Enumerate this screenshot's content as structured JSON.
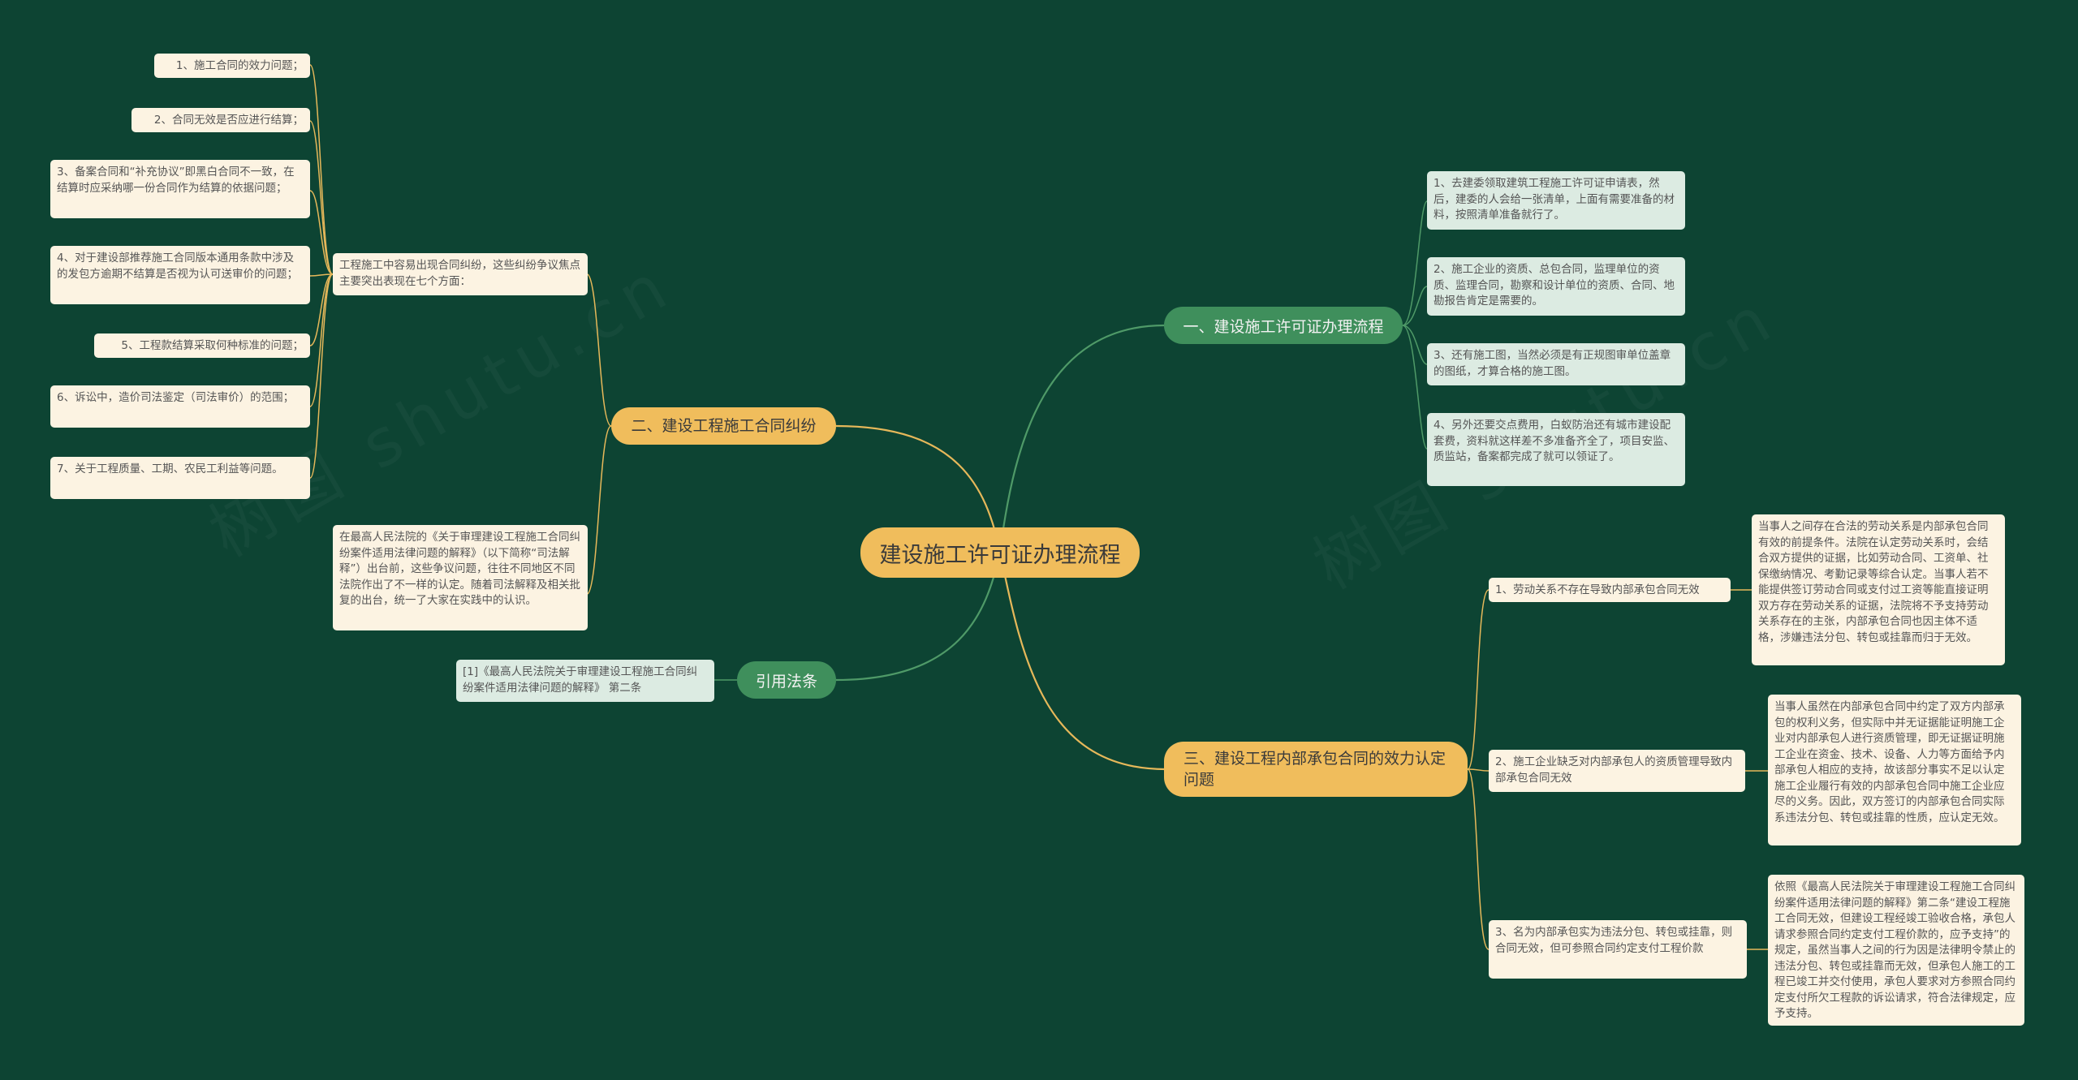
{
  "central": "建设施工许可证办理流程",
  "branches": {
    "b1": {
      "label": "一、建设施工许可证办理流程",
      "items": [
        "1、去建委领取建筑工程施工许可证申请表，然后，建委的人会给一张清单，上面有需要准备的材料，按照清单准备就行了。",
        "2、施工企业的资质、总包合同，监理单位的资质、监理合同，勘察和设计单位的资质、合同、地勘报告肯定是需要的。",
        "3、还有施工图，当然必须是有正规图审单位盖章的图纸，才算合格的施工图。",
        "4、另外还要交点费用，白蚁防治还有城市建设配套费，资料就这样差不多准备齐全了，项目安监、质监站，备案都完成了就可以领证了。"
      ]
    },
    "b2": {
      "label": "二、建设工程施工合同纠纷",
      "intro": "工程施工中容易出现合同纠纷，这些纠纷争议焦点主要突出表现在七个方面：",
      "items": [
        "1、施工合同的效力问题；",
        "2、合同无效是否应进行结算；",
        "3、备案合同和“补充协议”即黑白合同不一致，在结算时应采纳哪一份合同作为结算的依据问题；",
        "4、对于建设部推荐施工合同版本通用条款中涉及的发包方逾期不结算是否视为认可送审价的问题；",
        "5、工程款结算采取何种标准的问题；",
        "6、诉讼中，造价司法鉴定（司法审价）的范围；",
        "7、关于工程质量、工期、农民工利益等问题。"
      ],
      "note": "在最高人民法院的《关于审理建设工程施工合同纠纷案件适用法律问题的解释》（以下简称“司法解释”）出台前，这些争议问题，往往不同地区不同法院作出了不一样的认定。随着司法解释及相关批复的出台，统一了大家在实践中的认识。"
    },
    "b3": {
      "label": "三、建设工程内部承包合同的效力认定问题",
      "subs": [
        {
          "label": "1、劳动关系不存在导致内部承包合同无效",
          "detail": "当事人之间存在合法的劳动关系是内部承包合同有效的前提条件。法院在认定劳动关系时，会结合双方提供的证据，比如劳动合同、工资单、社保缴纳情况、考勤记录等综合认定。当事人若不能提供签订劳动合同或支付过工资等能直接证明双方存在劳动关系的证据，法院将不予支持劳动关系存在的主张，内部承包合同也因主体不适格，涉嫌违法分包、转包或挂靠而归于无效。"
        },
        {
          "label": "2、施工企业缺乏对内部承包人的资质管理导致内部承包合同无效",
          "detail": "当事人虽然在内部承包合同中约定了双方内部承包的权利义务，但实际中并无证据能证明施工企业对内部承包人进行资质管理，即无证据证明施工企业在资金、技术、设备、人力等方面给予内部承包人相应的支持，故该部分事实不足以认定施工企业履行有效的内部承包合同中施工企业应尽的义务。因此，双方签订的内部承包合同实际系违法分包、转包或挂靠的性质，应认定无效。"
        },
        {
          "label": "3、名为内部承包实为违法分包、转包或挂靠，则合同无效，但可参照合同约定支付工程价款",
          "detail": "依照《最高人民法院关于审理建设工程施工合同纠纷案件适用法律问题的解释》第二条“建设工程施工合同无效，但建设工程经竣工验收合格，承包人请求参照合同约定支付工程价款的，应予支持”的规定，虽然当事人之间的行为因是法律明令禁止的违法分包、转包或挂靠而无效，但承包人施工的工程已竣工并交付使用，承包人要求对方参照合同约定支付所欠工程款的诉讼请求，符合法律规定，应予支持。"
        }
      ]
    },
    "b4": {
      "label": "引用法条",
      "items": [
        "[1]《最高人民法院关于审理建设工程施工合同纠纷案件适用法律问题的解释》 第二条"
      ]
    }
  },
  "colors": {
    "background": "#0d4433",
    "yellow_node": "#f0bd5c",
    "green_node": "#3f8f5c",
    "leaf_yellow": "#fcf3e2",
    "leaf_green": "#dcebe2",
    "link_yellow": "#e6b85a",
    "link_green": "#4f9a68"
  }
}
